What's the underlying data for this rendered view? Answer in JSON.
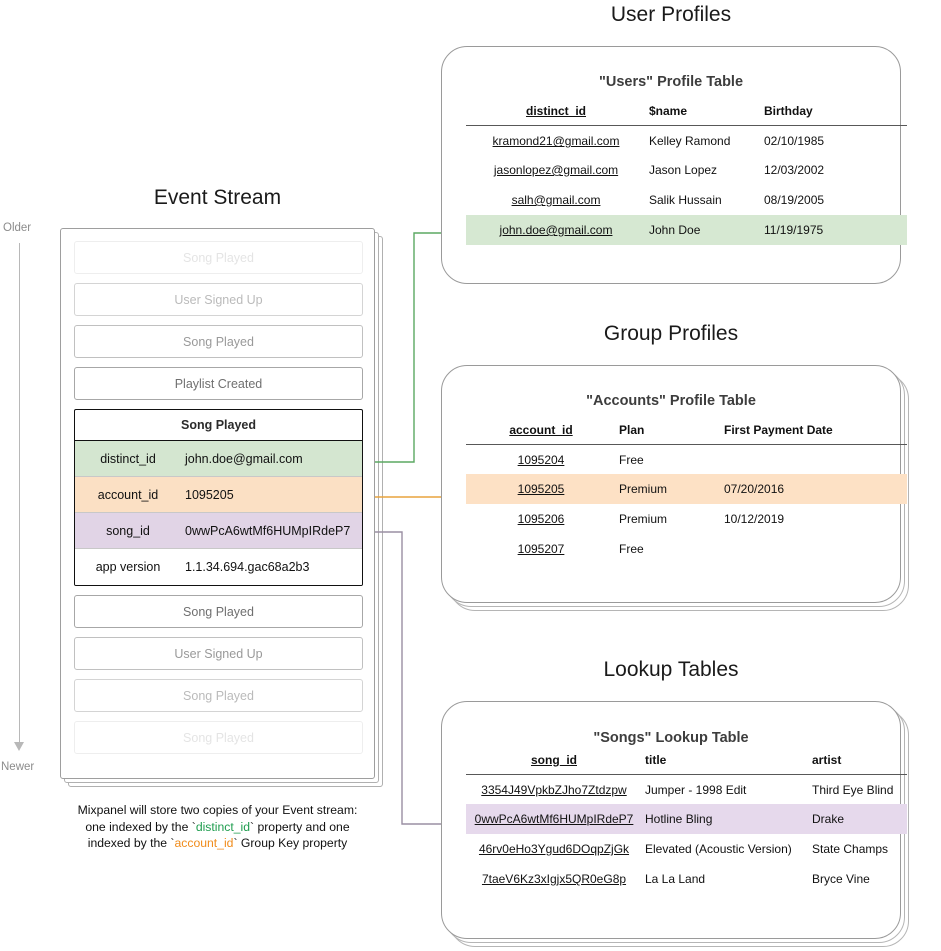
{
  "sections": {
    "event_stream_title": "Event Stream",
    "user_profiles_title": "User Profiles",
    "group_profiles_title": "Group Profiles",
    "lookup_tables_title": "Lookup Tables"
  },
  "time_axis": {
    "older_label": "Older",
    "newer_label": "Newer"
  },
  "event_stream": {
    "events_before": [
      {
        "label": "Song Played"
      },
      {
        "label": "User Signed Up"
      },
      {
        "label": "Song Played"
      },
      {
        "label": "Playlist Created"
      }
    ],
    "expanded_event": {
      "title": "Song Played",
      "properties": [
        {
          "key": "distinct_id",
          "value": "john.doe@gmail.com",
          "highlight": "green"
        },
        {
          "key": "account_id",
          "value": "1095205",
          "highlight": "orange"
        },
        {
          "key": "song_id",
          "value": "0wwPcA6wtMf6HUMpIRdeP7",
          "highlight": "purple"
        },
        {
          "key": "app version",
          "value": "1.1.34.694.gac68a2b3",
          "highlight": "plain"
        }
      ]
    },
    "events_after": [
      {
        "label": "Song Played"
      },
      {
        "label": "User Signed Up"
      },
      {
        "label": "Song Played"
      },
      {
        "label": "Song Played"
      }
    ],
    "caption": {
      "line1": "Mixpanel will store two copies of your Event stream:",
      "line2_a": "one indexed by the `",
      "line2_token": "distinct_id",
      "line2_b": "` property and one",
      "line3_a": "indexed by the `",
      "line3_token": "account_id",
      "line3_b": "` Group Key property"
    }
  },
  "users_table": {
    "title": "\"Users\" Profile Table",
    "columns": [
      "distinct_id",
      "$name",
      "Birthday"
    ],
    "rows": [
      {
        "cells": [
          "kramond21@gmail.com",
          "Kelley Ramond",
          "02/10/1985"
        ],
        "highlight": ""
      },
      {
        "cells": [
          "jasonlopez@gmail.com",
          "Jason Lopez",
          "12/03/2002"
        ],
        "highlight": ""
      },
      {
        "cells": [
          "salh@gmail.com",
          "Salik Hussain",
          "08/19/2005"
        ],
        "highlight": ""
      },
      {
        "cells": [
          "john.doe@gmail.com",
          "John Doe",
          "11/19/1975"
        ],
        "highlight": "green"
      }
    ]
  },
  "accounts_table": {
    "title": "\"Accounts\" Profile Table",
    "columns": [
      "account_id",
      "Plan",
      "First Payment Date"
    ],
    "rows": [
      {
        "cells": [
          "1095204",
          "Free",
          ""
        ],
        "highlight": ""
      },
      {
        "cells": [
          "1095205",
          "Premium",
          "07/20/2016"
        ],
        "highlight": "orange"
      },
      {
        "cells": [
          "1095206",
          "Premium",
          "10/12/2019"
        ],
        "highlight": ""
      },
      {
        "cells": [
          "1095207",
          "Free",
          ""
        ],
        "highlight": ""
      }
    ]
  },
  "songs_table": {
    "title": "\"Songs\" Lookup Table",
    "columns": [
      "song_id",
      "title",
      "artist"
    ],
    "rows": [
      {
        "cells": [
          "3354J49VpkbZJho7Ztdzpw",
          "Jumper - 1998 Edit",
          "Third Eye Blind"
        ],
        "highlight": ""
      },
      {
        "cells": [
          "0wwPcA6wtMf6HUMpIRdeP7",
          "Hotline Bling",
          "Drake"
        ],
        "highlight": "purple"
      },
      {
        "cells": [
          "46rv0eHo3Ygud6DOqpZjGk",
          "Elevated (Acoustic Version)",
          "State Champs"
        ],
        "highlight": ""
      },
      {
        "cells": [
          "7taeV6Kz3xIgjx5QR0eG8p",
          "La La Land",
          "Bryce Vine"
        ],
        "highlight": ""
      }
    ]
  },
  "colors": {
    "green": "#5ba862",
    "orange": "#e8a33d",
    "purple": "#a08aae",
    "green_fill": "#d6e8d2",
    "orange_fill": "#fde1c5",
    "purple_fill": "#e6d9ec"
  }
}
